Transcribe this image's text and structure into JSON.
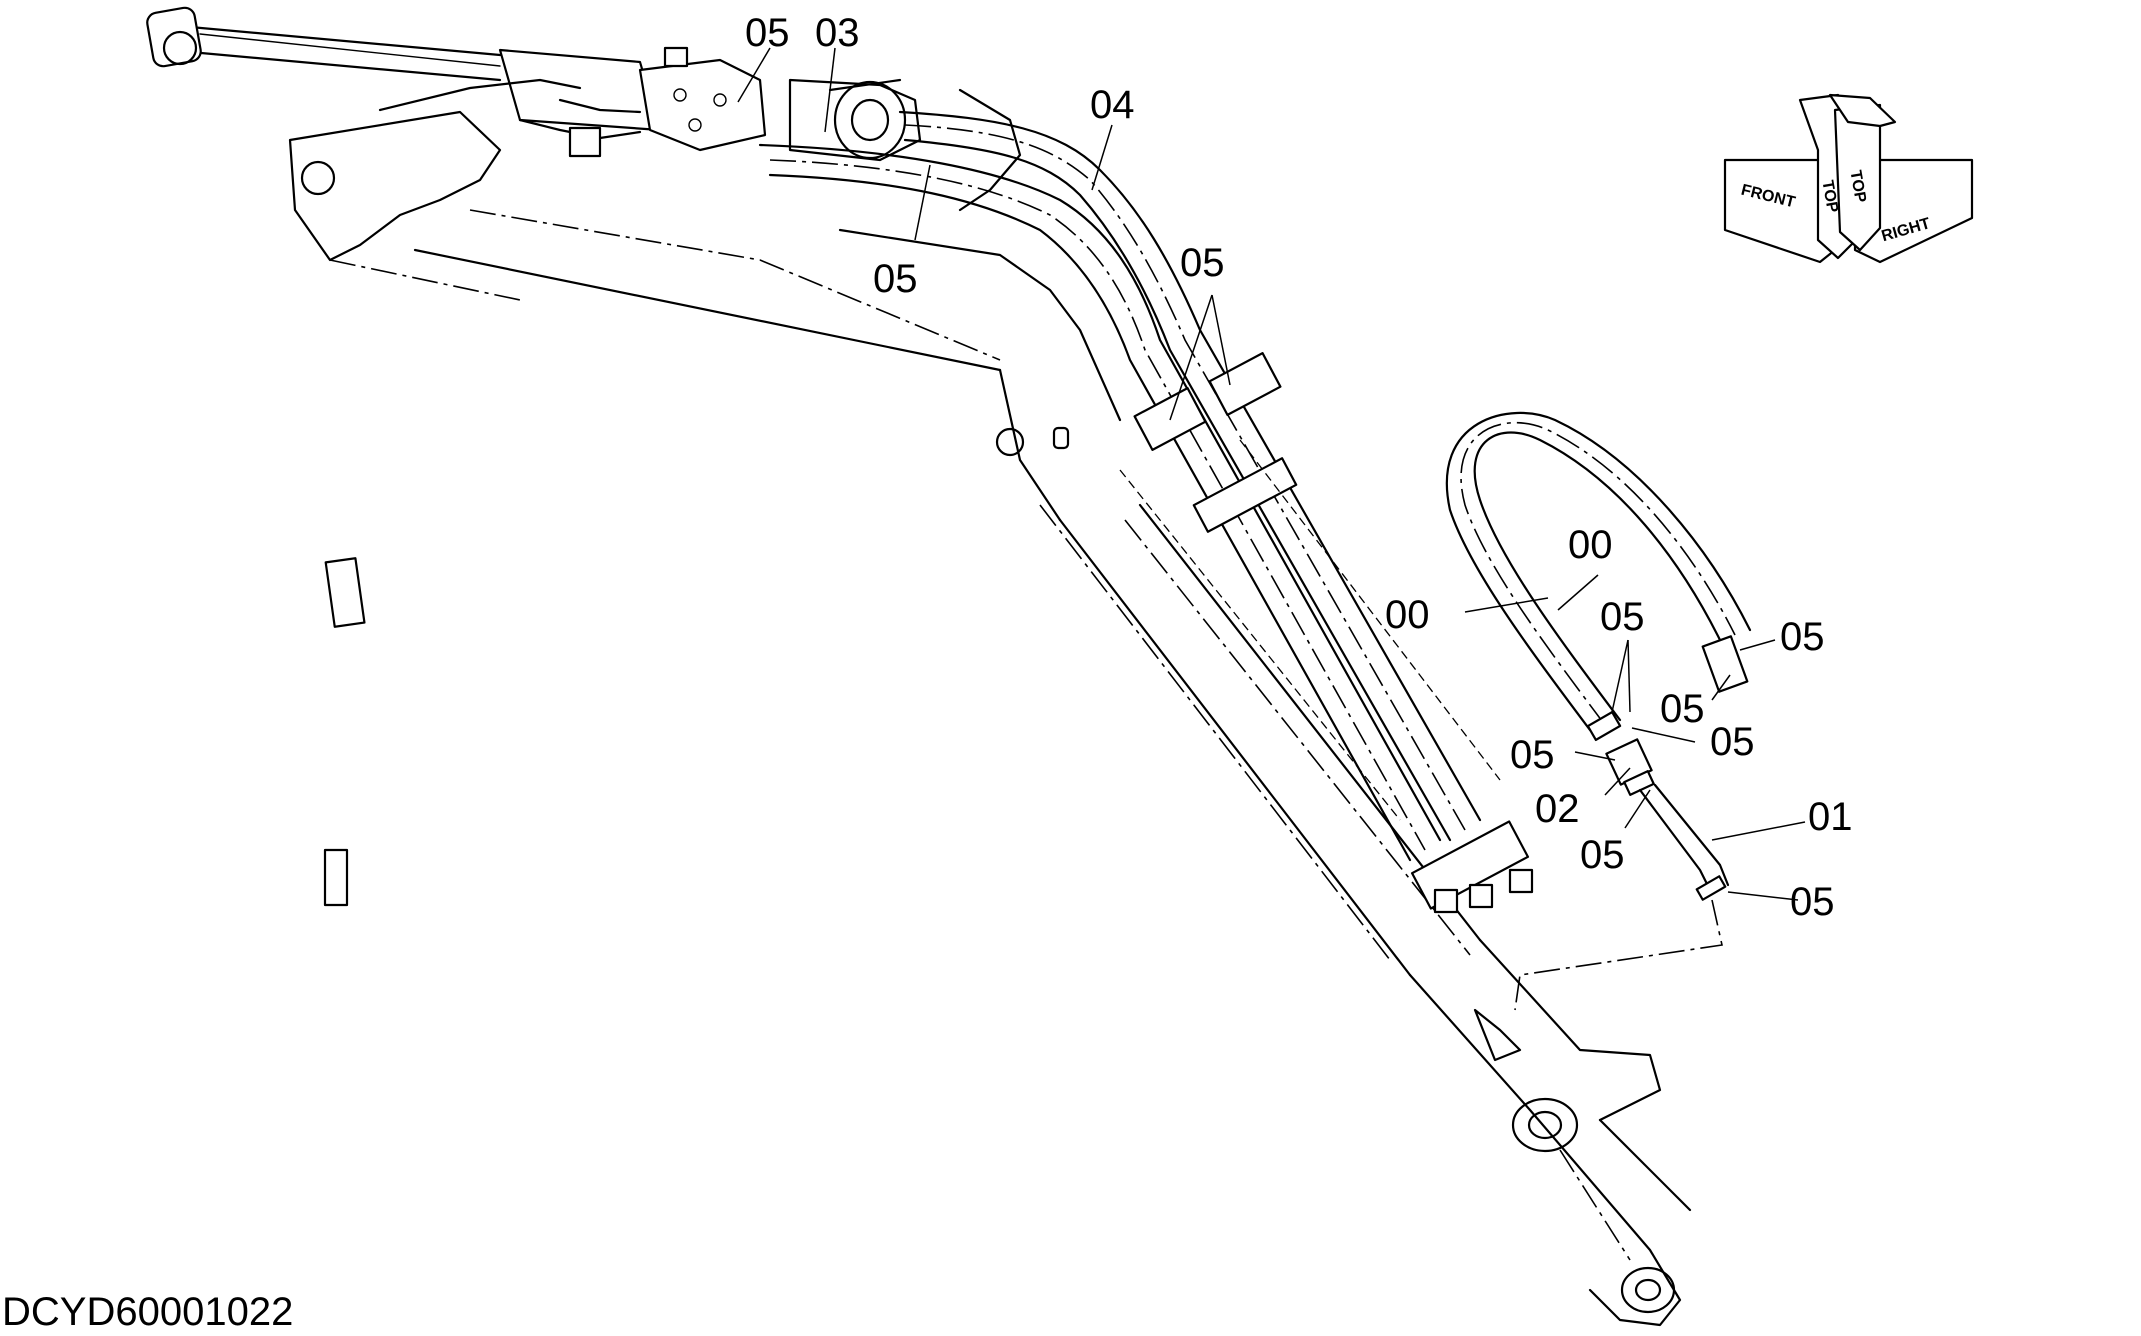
{
  "drawing_code": "DCYD60001022",
  "callouts": {
    "c_05_top": "05",
    "c_03": "03",
    "c_04": "04",
    "c_05_clamp": "05",
    "c_05_mid": "05",
    "c_00_a": "00",
    "c_00_b": "00",
    "c_05_r1": "05",
    "c_05_r2": "05",
    "c_05_r3": "05",
    "c_05_r4": "05",
    "c_05_r5": "05",
    "c_02": "02",
    "c_05_r6": "05",
    "c_01": "01",
    "c_05_r7": "05"
  },
  "orientation": {
    "front": "FRONT",
    "top_left": "TOP",
    "top_right": "TOP",
    "right": "RIGHT"
  }
}
